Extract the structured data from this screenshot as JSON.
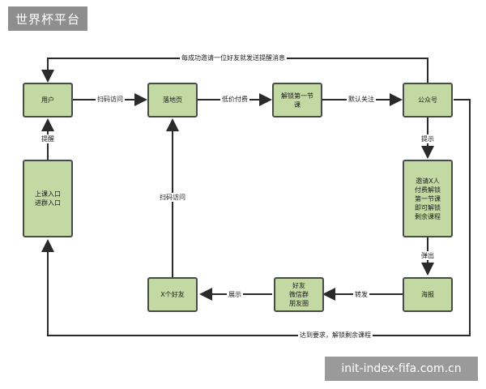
{
  "header_tag": "世界杯平台",
  "watermark": "init-index-fifa.com.cn",
  "nodes": {
    "user": "用户",
    "landing": "落地页",
    "unlock_first": "解锁第一节\n课",
    "official": "公众号",
    "invite": "邀请X人\n付费解锁\n第一节课\n即可解锁\n剩余课程",
    "poster": "海报",
    "moments": "好友\n微信群\n朋友圈",
    "x_friends": "X个好友",
    "entry": "上课入口\n进群入口"
  },
  "edges": {
    "top_loop": "每成功邀请一位好友就发送提醒消息",
    "scan_visit_1": "扫码访问",
    "low_price": "低价付费",
    "default_follow": "默认关注",
    "prompt": "提示",
    "popup": "弹出",
    "forward": "转发",
    "show": "展示",
    "scan_visit_2": "扫码访问",
    "remind": "提醒",
    "bottom_loop": "达到要求，解锁剩余课程"
  }
}
